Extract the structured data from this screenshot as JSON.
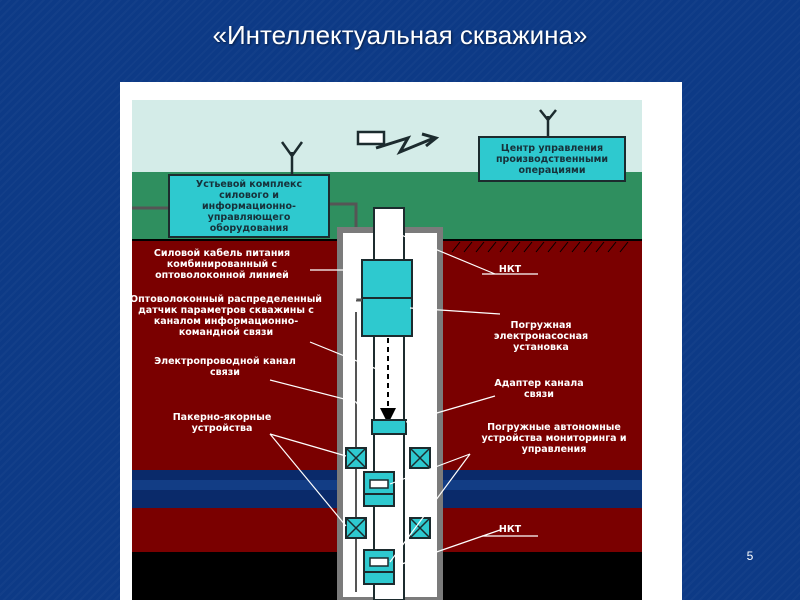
{
  "slide": {
    "title": "«Интеллектуальная скважина»",
    "page_number": "5"
  },
  "diagram": {
    "wellhead_complex": "Устьевой комплекс силового и информационно-управляющего оборудования",
    "control_center": "Центр управления производственными операциями",
    "labels": {
      "power_cable": "Силовой кабель питания комбинированный с оптоволоконной линией",
      "fiber_sensor": "Оптоволоконный распределенный датчик параметров скважины с каналом информационно-командной связи",
      "wired_channel": "Электропроводной канал связи",
      "packer_devices": "Пакерно-якорные устройства",
      "tubing_top": "НКТ",
      "esp_unit": "Погружная электронасосная установка",
      "channel_adapter": "Адаптер канала связи",
      "monitoring_devices": "Погружные автономные устройства мониторинга и управления",
      "tubing_bottom": "НКТ"
    }
  },
  "colors": {
    "slide_bg": "#0d3a86",
    "sky": "#d4ece8",
    "ground": "#2f8f5f",
    "formation": "#7a0000",
    "reservoir_blue": "#0a2a6a",
    "reservoir_black": "#000000",
    "equipment_teal": "#2ec9cf"
  }
}
